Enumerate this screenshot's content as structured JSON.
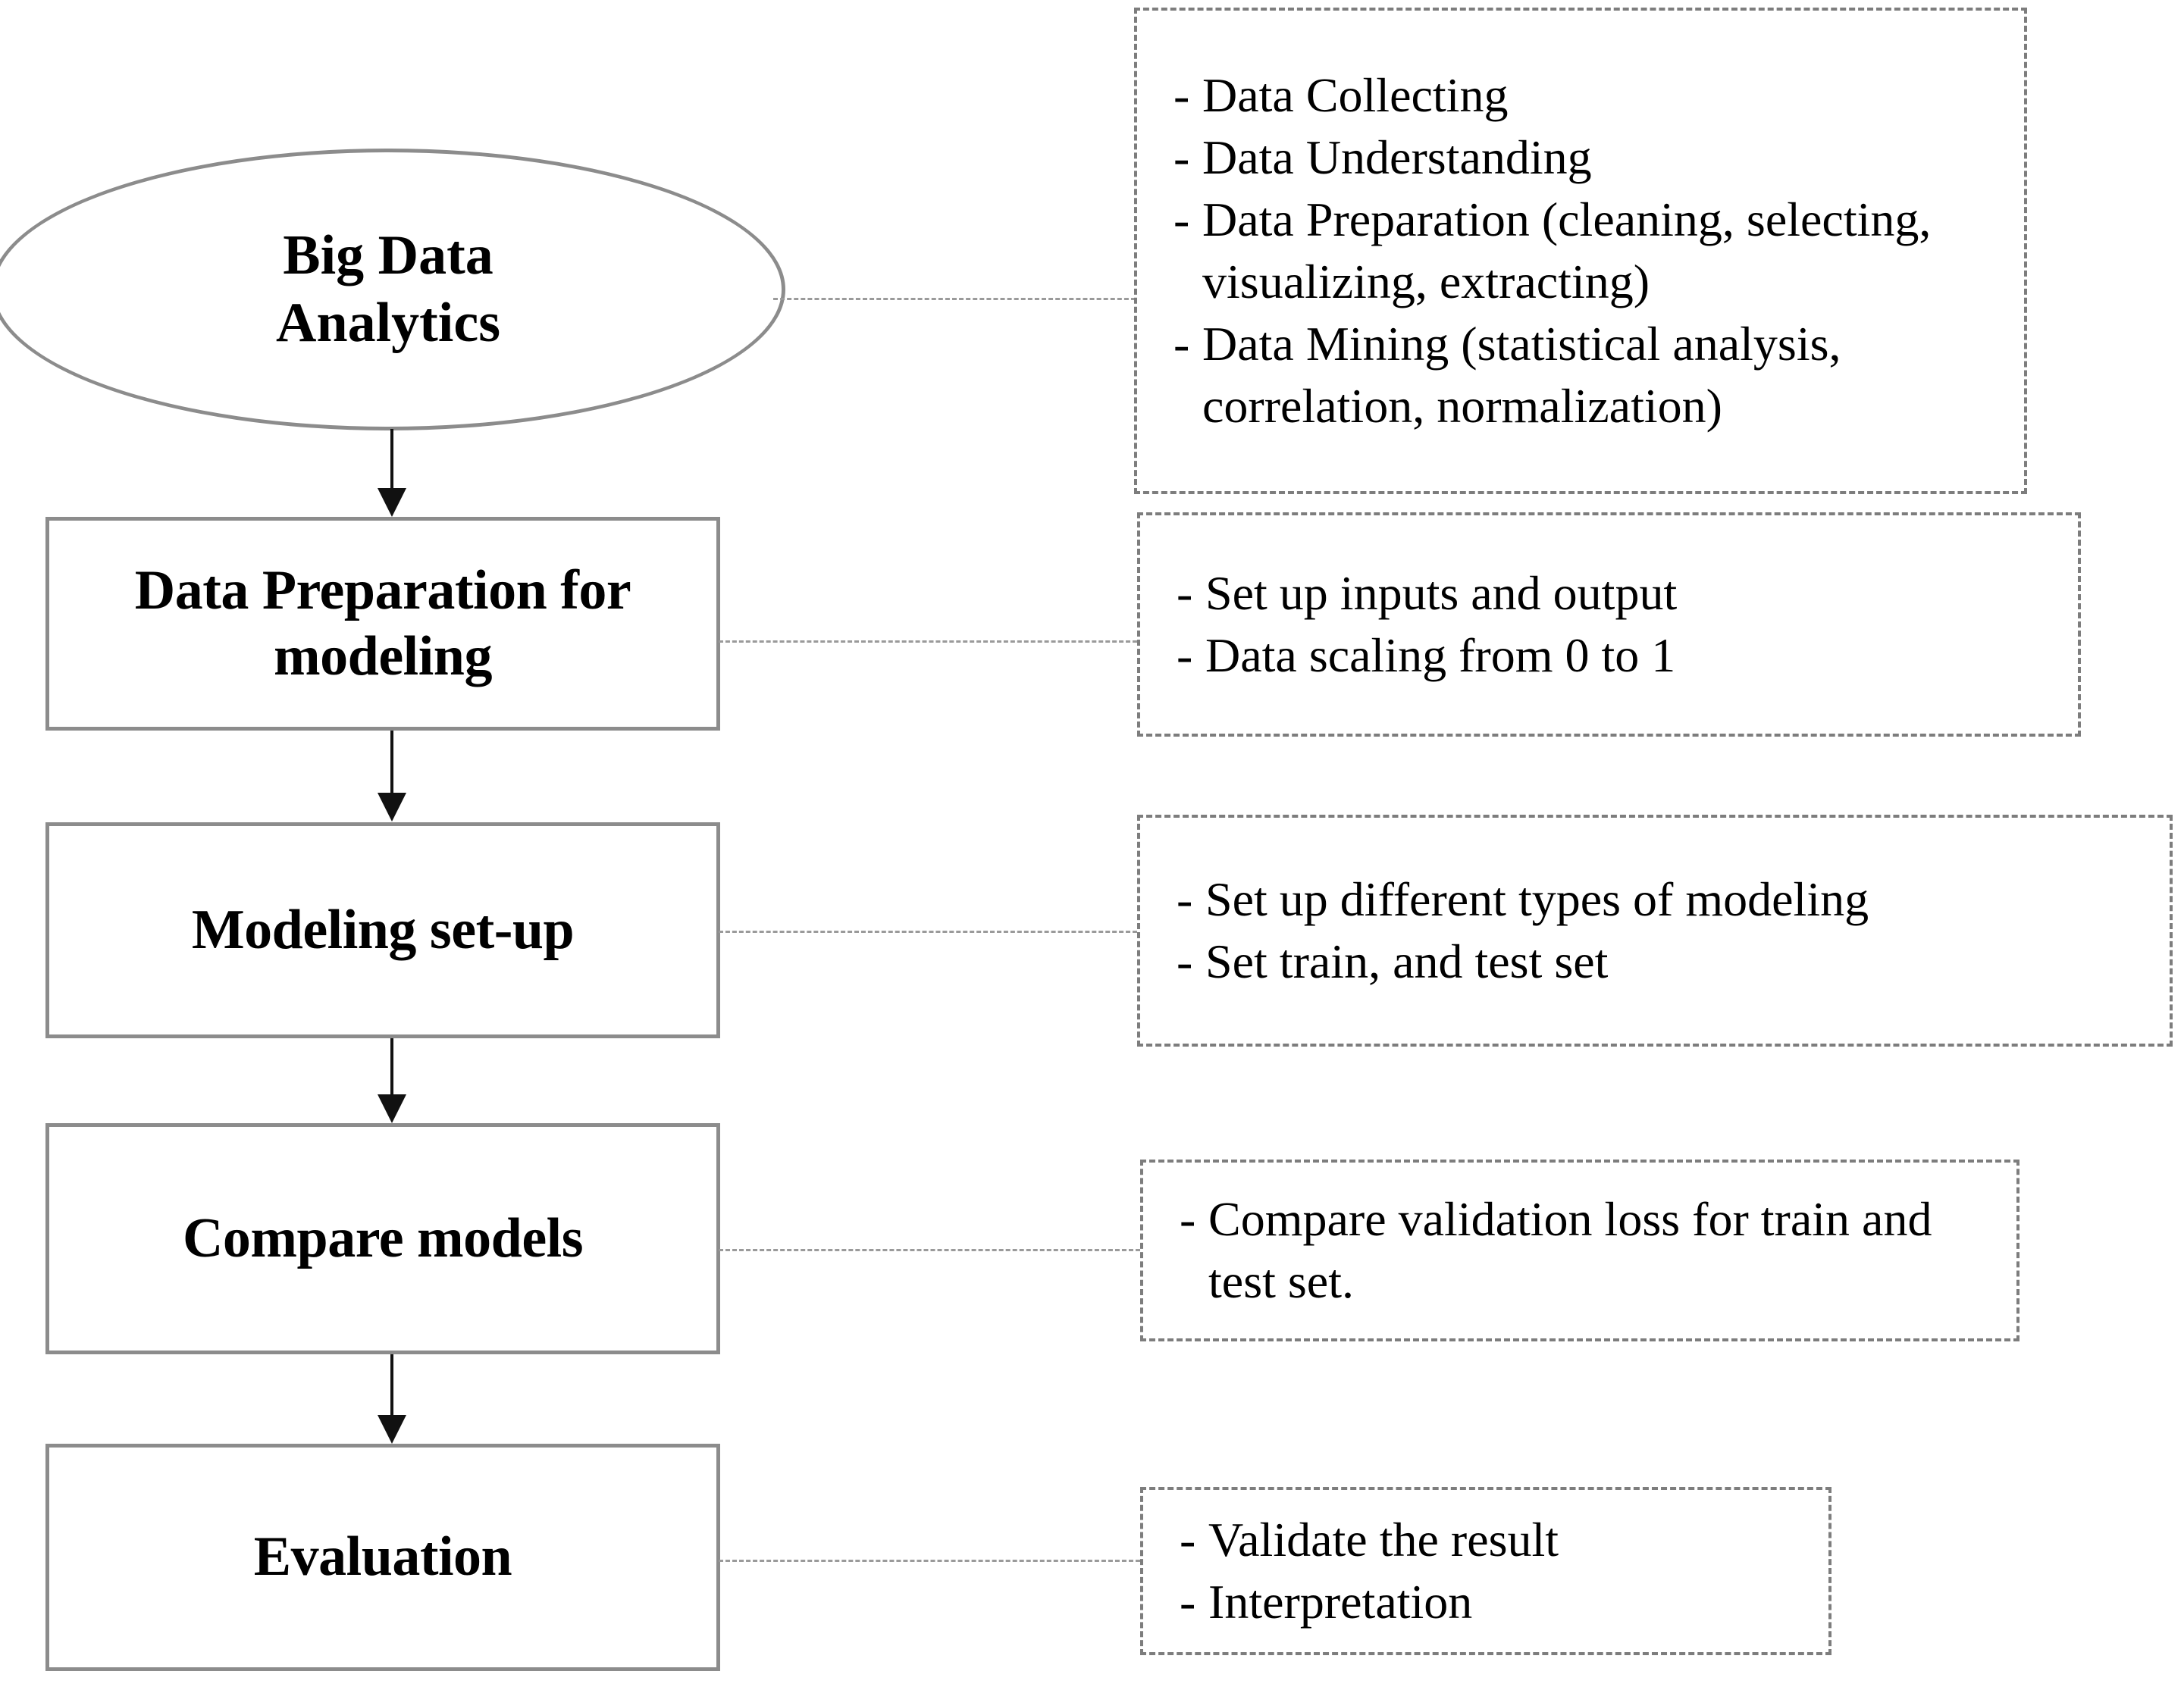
{
  "diagram": {
    "title": "Big Data Analytics modeling workflow flowchart",
    "colors": {
      "node_border": "#8c8c8c",
      "note_border": "#7d7d7d",
      "arrow": "#111111",
      "leader": "#9a9a9a",
      "text": "#000000",
      "background": "#ffffff"
    },
    "nodes": [
      {
        "id": "big-data-analytics",
        "shape": "ellipse",
        "label": "Big Data\nAnalytics"
      },
      {
        "id": "data-preparation-for-modeling",
        "shape": "rectangle",
        "label": "Data Preparation for\nmodeling"
      },
      {
        "id": "modeling-set-up",
        "shape": "rectangle",
        "label": "Modeling set-up"
      },
      {
        "id": "compare-models",
        "shape": "rectangle",
        "label": "Compare models"
      },
      {
        "id": "evaluation",
        "shape": "rectangle",
        "label": "Evaluation"
      }
    ],
    "node_labels": {
      "big_data_analytics_line1": "Big Data",
      "big_data_analytics_line2": "Analytics",
      "data_preparation_line1": "Data Preparation for",
      "data_preparation_line2": "modeling",
      "modeling_setup": "Modeling set-up",
      "compare_models": "Compare models",
      "evaluation": "Evaluation"
    },
    "bullet_marker": "-",
    "notes": [
      {
        "id": "note-big-data-analytics",
        "attached_to": "big-data-analytics",
        "items": [
          "Data Collecting",
          "Data Understanding",
          "Data Preparation (cleaning, selecting, visualizing, extracting)",
          "Data Mining (statistical analysis, correlation, normalization)"
        ]
      },
      {
        "id": "note-data-preparation",
        "attached_to": "data-preparation-for-modeling",
        "items": [
          "Set up inputs and output",
          "Data scaling from 0 to 1"
        ]
      },
      {
        "id": "note-modeling-set-up",
        "attached_to": "modeling-set-up",
        "items": [
          "Set up different types of modeling",
          "Set train, and test set"
        ]
      },
      {
        "id": "note-compare-models",
        "attached_to": "compare-models",
        "items": [
          "Compare validation loss for train and test set."
        ]
      },
      {
        "id": "note-evaluation",
        "attached_to": "evaluation",
        "items": [
          "Validate the result",
          "Interpretation"
        ]
      }
    ],
    "edges": [
      {
        "from": "big-data-analytics",
        "to": "data-preparation-for-modeling",
        "style": "solid-arrow"
      },
      {
        "from": "data-preparation-for-modeling",
        "to": "modeling-set-up",
        "style": "solid-arrow"
      },
      {
        "from": "modeling-set-up",
        "to": "compare-models",
        "style": "solid-arrow"
      },
      {
        "from": "compare-models",
        "to": "evaluation",
        "style": "solid-arrow"
      },
      {
        "from": "big-data-analytics",
        "to": "note-big-data-analytics",
        "style": "dotted-leader"
      },
      {
        "from": "data-preparation-for-modeling",
        "to": "note-data-preparation",
        "style": "dotted-leader"
      },
      {
        "from": "modeling-set-up",
        "to": "note-modeling-set-up",
        "style": "dotted-leader"
      },
      {
        "from": "compare-models",
        "to": "note-compare-models",
        "style": "dotted-leader"
      },
      {
        "from": "evaluation",
        "to": "note-evaluation",
        "style": "dotted-leader"
      }
    ]
  }
}
